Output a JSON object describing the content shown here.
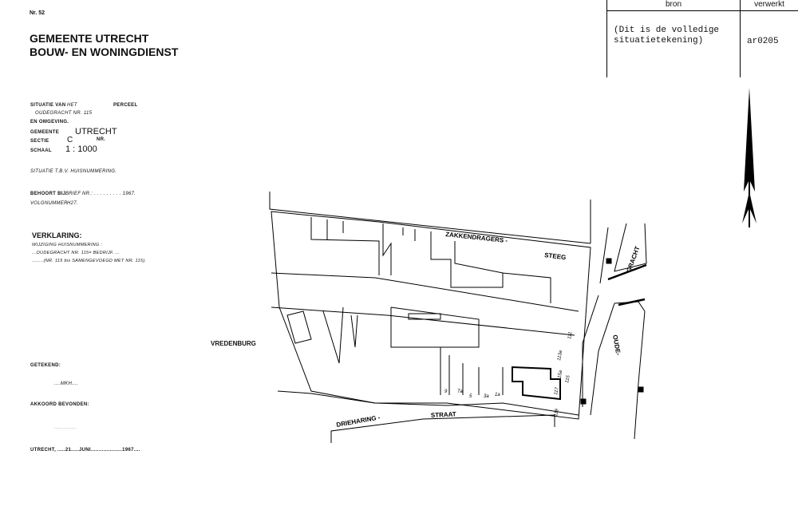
{
  "header": {
    "sheet_number": "Nr. 52",
    "org_line1": "GEMEENTE UTRECHT",
    "org_line2": "BOUW- EN WONINGDIENST"
  },
  "archive_box": {
    "col1_header": "bron",
    "col2_header": "verwerkt",
    "col1_value": "(Dit is de volledige situatietekening)",
    "col2_value": "ar0205"
  },
  "details": {
    "situatie_label": "SITUATIE VAN",
    "situatie_hand": "HET",
    "perceel_label": "PERCEEL",
    "address": "OUDEGRACHT NR. 115",
    "omgeving": "EN OMGEVING.",
    "gemeente_label": "GEMEENTE",
    "gemeente_value": "UTRECHT",
    "sectie_label": "SECTIE",
    "sectie_value": "C",
    "nr_label": "NR.",
    "schaal_label": "SCHAAL",
    "schaal_value": "1 : 1000",
    "purpose": "SITUATIE T.B.V. HUISNUMMERING.",
    "behoort_label": "BEHOORT BIJ",
    "brief": "BRIEF NR.: . . . . . . . . . 1967.",
    "volgnummer_label": "VOLGNUMMER",
    "volgnummer_value": "H27."
  },
  "verklaring": {
    "heading": "VERKLARING:",
    "line1": "WIJZIGING HUISNUMMERING :",
    "line2": "...OUDEGRACHT NR. 115= BEDRIJF. ...",
    "line3": "........(NR. 115 bis SAMENGEVOEGD MET NR. 115)."
  },
  "signatures": {
    "getekend_label": "GETEKEND:",
    "getekend_value": "....MKH....",
    "akkoord_label": "AKKOORD BEVONDEN:",
    "akkoord_value": "..............",
    "place_date": "UTRECHT, .....21.....JUNI....................1967...."
  },
  "map": {
    "streets": {
      "vredenburg": "VREDENBURG",
      "zakkendragers": "ZAKKENDRAGERS -",
      "steeg": "STEEG",
      "drieharing": "DRIEHARING -",
      "straat": "STRAAT",
      "gracht": "GRACHT",
      "oude": "OUDE-"
    },
    "house_numbers": [
      "9",
      "7a",
      "5",
      "3a",
      "1a",
      "113a",
      "115a",
      "117",
      "115",
      "119",
      "111"
    ]
  }
}
